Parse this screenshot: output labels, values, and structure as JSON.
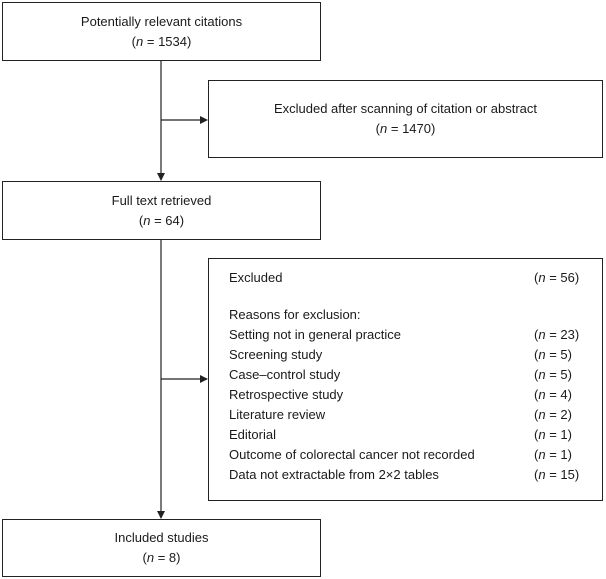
{
  "nodes": {
    "potential": {
      "title": "Potentially relevant citations",
      "count": "1534"
    },
    "excluded_scan": {
      "title": "Excluded after scanning of citation or abstract",
      "count": "1470"
    },
    "full_text": {
      "title": "Full text retrieved",
      "count": "64"
    },
    "excluded": {
      "title": "Excluded",
      "count": "56",
      "reasons_heading": "Reasons for exclusion:",
      "reasons": [
        {
          "label": "Setting not in general practice",
          "count": "23"
        },
        {
          "label": "Screening study",
          "count": "5"
        },
        {
          "label": "Case–control study",
          "count": "5"
        },
        {
          "label": "Retrospective study",
          "count": "4"
        },
        {
          "label": "Literature review",
          "count": "2"
        },
        {
          "label": "Editorial",
          "count": "1"
        },
        {
          "label": "Outcome of colorectal cancer not recorded",
          "count": "1"
        },
        {
          "label": "Data not extractable from 2×2 tables",
          "count": "15"
        }
      ]
    },
    "included": {
      "title": "Included studies",
      "count": "8"
    }
  },
  "count_prefix": "n",
  "count_eq": " = "
}
